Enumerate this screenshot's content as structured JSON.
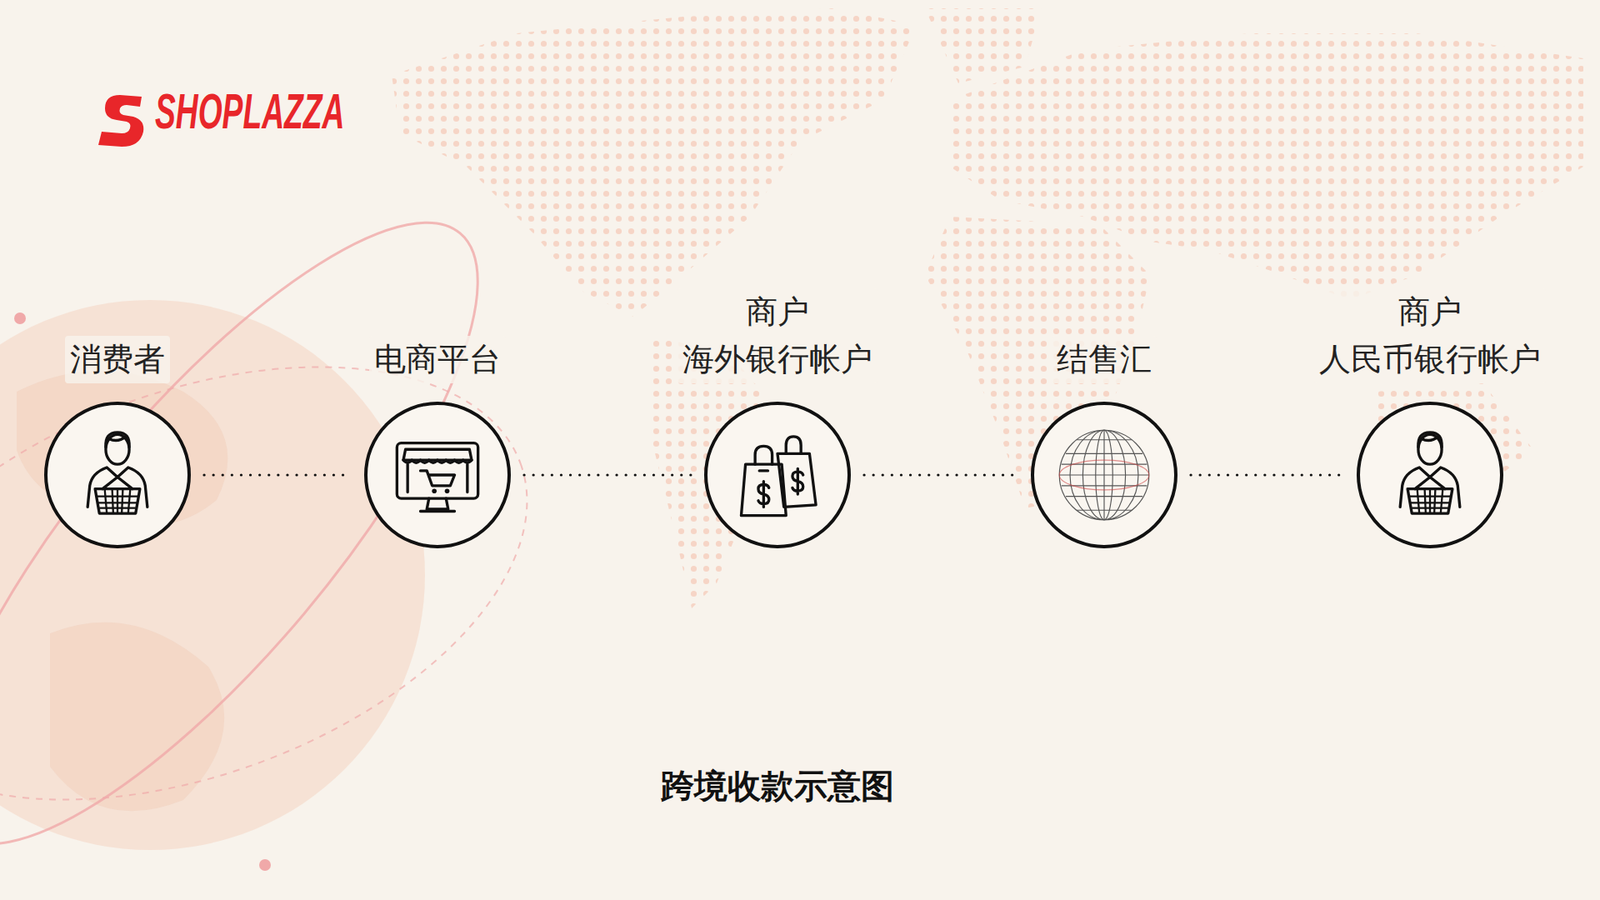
{
  "diagram": {
    "caption": "跨境收款示意图",
    "nodes": [
      {
        "text": [
          "消费者"
        ]
      },
      {
        "text": [
          "电商平台"
        ]
      },
      {
        "text": [
          "商户 海外银行帐户"
        ]
      },
      {
        "text": [
          "结售汇"
        ]
      },
      {
        "text": [
          "商户 人民币银行帐户"
        ]
      }
    ],
    "edges": [
      {
        "from": 0,
        "to": 1,
        "arrow": "none"
      },
      {
        "from": 1,
        "to": 2,
        "arrow": "none"
      },
      {
        "from": 2,
        "to": 3,
        "arrow": "none"
      },
      {
        "from": 3,
        "to": 4,
        "arrow": "none"
      }
    ],
    "labels": [
      "SHOPLAZZA"
    ]
  }
}
